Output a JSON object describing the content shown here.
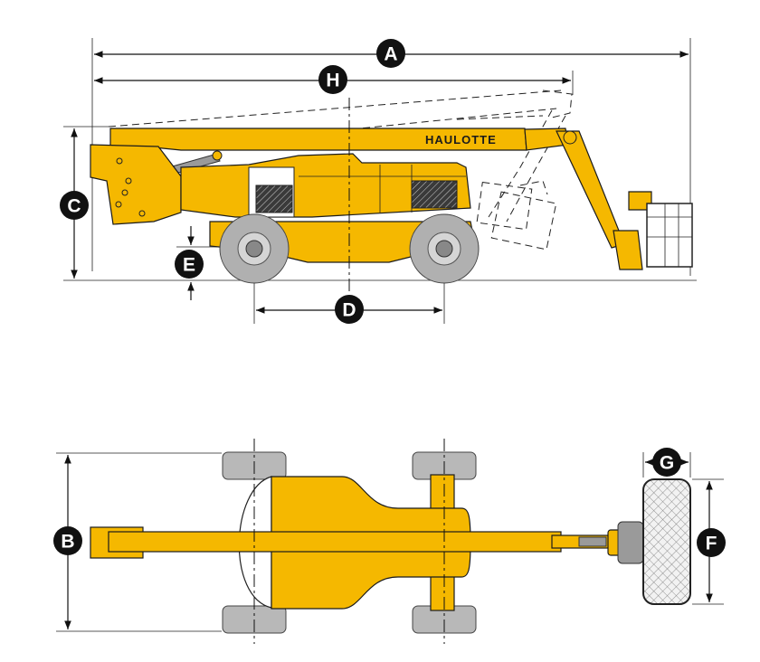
{
  "brand": "HAULOTTE",
  "badge_color": "#111111",
  "machine_color": "#f5b800",
  "dimension_labels": {
    "A": "A",
    "B": "B",
    "C": "C",
    "D": "D",
    "E": "E",
    "F": "F",
    "G": "G",
    "H": "H"
  }
}
